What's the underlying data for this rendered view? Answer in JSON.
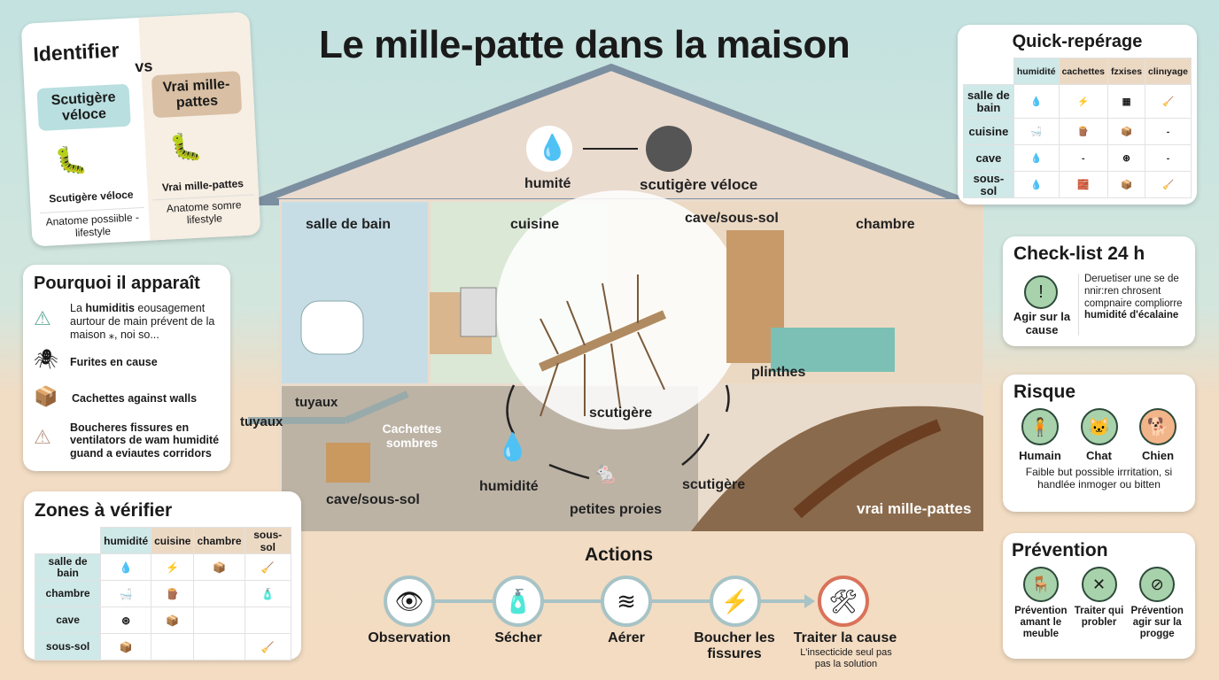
{
  "title": "Le mille-patte dans la maison",
  "identify": {
    "title": "Identifier",
    "vs": "vs",
    "left_badge": "Scutigère véloce",
    "right_badge": "Vrai mille-pattes",
    "left_name": "Scutigère véloce",
    "right_name": "Vrai mille-pattes",
    "left_desc": "Anatome possiible - lifestyle",
    "right_desc": "Anatome somre lifestyle"
  },
  "why": {
    "title": "Pourquoi il apparaît",
    "items": [
      {
        "icon": "warning-green-icon",
        "pre": "La ",
        "bold": "humiditis",
        "post": " eousagement aurtour de main prévent de la maison ⁎, noi so..."
      },
      {
        "icon": "bug-icon",
        "text": "Furites en cause"
      },
      {
        "icon": "box-icon",
        "text": "Cachettes against walls"
      },
      {
        "icon": "warning-tan-icon",
        "text": "Boucheres fissures en ventilators de wam humidité guand a eviautes corridors"
      }
    ]
  },
  "zones": {
    "title": "Zones à vérifier",
    "cols": [
      "humidité",
      "cuisine",
      "chambre",
      "sous-sol"
    ],
    "rows": [
      {
        "label": "salle de bain",
        "cells": [
          "💧",
          "⚡",
          "📦",
          "🧹"
        ]
      },
      {
        "label": "chambre",
        "cells": [
          "🛁",
          "🪵",
          "",
          "🧴"
        ]
      },
      {
        "label": "cave",
        "cells": [
          "⊛",
          "📦",
          "",
          ""
        ]
      },
      {
        "label": "sous-sol",
        "cells": [
          "📦",
          "",
          "",
          "🧹"
        ]
      }
    ]
  },
  "house": {
    "top_from": "humité",
    "top_to": "scutigère véloce",
    "rooms": [
      "salle de bain",
      "cuisine",
      "cave/sous-sol",
      "chambre"
    ],
    "plinthes": "plinthes",
    "tuyaux": "tuyaux",
    "tuyaux_out": "tuyaux",
    "cachettes": "Cachettes sombres",
    "cave": "cave/sous-sol",
    "center": "scutigère",
    "cycle": [
      "humidité",
      "petites proies",
      "scutigère"
    ],
    "vrai": "vrai mille-pattes"
  },
  "actions": {
    "title": "Actions",
    "steps": [
      {
        "label": "Observation",
        "icon": "eye-icon"
      },
      {
        "label": "Sécher",
        "icon": "spray-icon"
      },
      {
        "label": "Aérer",
        "icon": "window-air-icon"
      },
      {
        "label": "Boucher les fissures",
        "icon": "crack-icon"
      },
      {
        "label": "Traiter la cause",
        "icon": "tools-icon",
        "note": "L'insecticide seul pas pas la solution"
      }
    ]
  },
  "quick": {
    "title": "Quick-repérage",
    "cols": [
      "humidité",
      "cachettes",
      "fzxises",
      "clinıyage"
    ],
    "rows": [
      {
        "label": "salle de bain",
        "cells": [
          "💧",
          "⚡",
          "▦",
          "🧹"
        ]
      },
      {
        "label": "cuisine",
        "cells": [
          "🛁",
          "🪵",
          "📦",
          "-"
        ]
      },
      {
        "label": "cave",
        "cells": [
          "💧",
          "-",
          "⊛",
          "-"
        ]
      },
      {
        "label": "sous-sol",
        "cells": [
          "💧",
          "🧱",
          "📦",
          "🧹"
        ]
      }
    ]
  },
  "checklist": {
    "title": "Check-list 24 h",
    "action": "Agir sur la cause",
    "text_pre": "Deruetiser une se de nnir:ren chrosent compnaire compliorre ",
    "text_bold": "humidité d'écalaine"
  },
  "risk": {
    "title": "Risque",
    "items": [
      "Humain",
      "Chat",
      "Chien"
    ],
    "note": "Faible but possible irrritation, si handlée inmoger ou bitten"
  },
  "prevention": {
    "title": "Prévention",
    "items": [
      "Prévention amant le meuble",
      "Traiter qui probler",
      "Prévention agir sur la progge"
    ]
  },
  "colors": {
    "teal": "#cfe8e8",
    "tan": "#ecd9c4",
    "green": "#a8d2ab",
    "orange": "#f2b58a"
  }
}
